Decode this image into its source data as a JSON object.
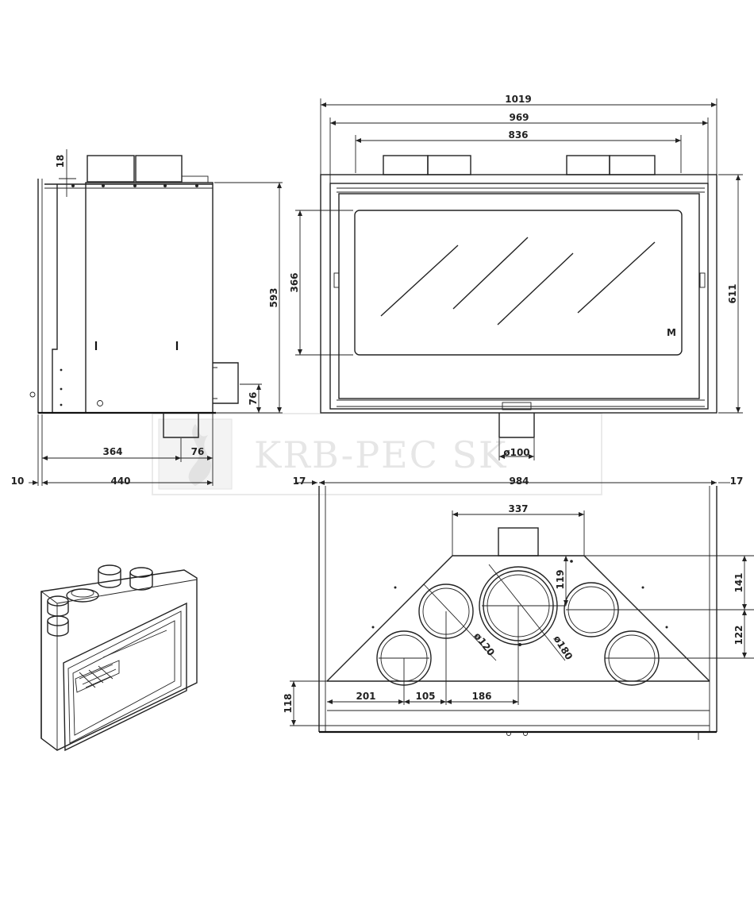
{
  "side_view": {
    "height_overall": "593",
    "top_offset": "18",
    "outlet_height": "76",
    "depth_to_outlet": "364",
    "outlet_width": "76",
    "wall_gap": "10",
    "depth_total": "440"
  },
  "front_view": {
    "width_overall": "1019",
    "width_frame": "969",
    "width_spigots": "836",
    "glass_height": "366",
    "height_overall": "611",
    "bottom_inlet": "ø100",
    "glass_mark": "M"
  },
  "top_view": {
    "left_margin": "17",
    "width_body": "984",
    "right_margin": "17",
    "top_width": "337",
    "center_offset": "119",
    "right_upper": "141",
    "right_lower": "122",
    "left_height": "118",
    "dist_a": "201",
    "dist_b": "105",
    "dist_c": "186",
    "small_diameter": "ø120",
    "large_diameter": "ø180"
  },
  "watermark": {
    "text": "KRB-PEC SK",
    "color": "#e6e6e6"
  }
}
